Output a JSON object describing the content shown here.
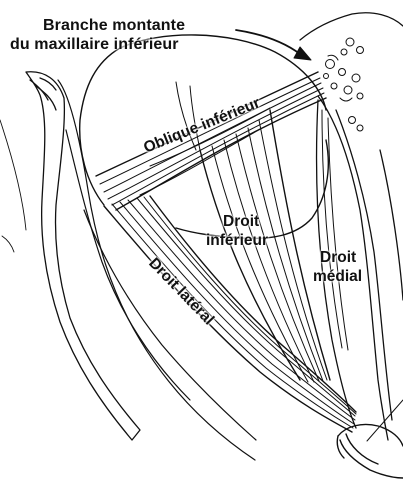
{
  "labels": {
    "title_line1": "Branche montante",
    "title_line2": "du maxillaire inférieur",
    "oblique_inferieur": "Oblique inférieur",
    "droit_inferieur_1": "Droit",
    "droit_inferieur_2": "inférieur",
    "droit_lateral": "Droit latéral",
    "droit_medial_1": "Droit",
    "droit_medial_2": "médial"
  },
  "colors": {
    "ink": "#111111",
    "background": "#ffffff"
  }
}
